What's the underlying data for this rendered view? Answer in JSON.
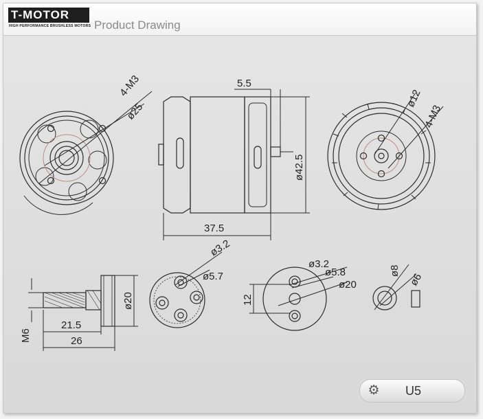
{
  "header": {
    "logo_text": "T-MOTOR",
    "logo_tagline": "HIGH PERFORMANCE BRUSHLESS MOTORS",
    "title": "Product Drawing"
  },
  "badge": {
    "icon": "gear-icon",
    "model": "U5"
  },
  "dimensions": {
    "front_bolt": "4-M3",
    "front_circle": "ø25",
    "shaft_offset": "5.5",
    "body_diameter": "ø42.5",
    "body_length": "37.5",
    "rear_center": "ø12",
    "rear_bolt": "4-M3",
    "adapter_hole": "ø3.2",
    "adapter_circle": "ø5.7",
    "shaft_diameter": "ø20",
    "shaft_thread": "M6",
    "shaft_len_a": "21.5",
    "shaft_len_b": "26",
    "mount_hole": "ø3.2",
    "mount_circle": "ø5.8",
    "mount_diameter": "ø20",
    "mount_spacing": "12",
    "washer_outer": "ø8",
    "washer_inner": "ø6"
  }
}
